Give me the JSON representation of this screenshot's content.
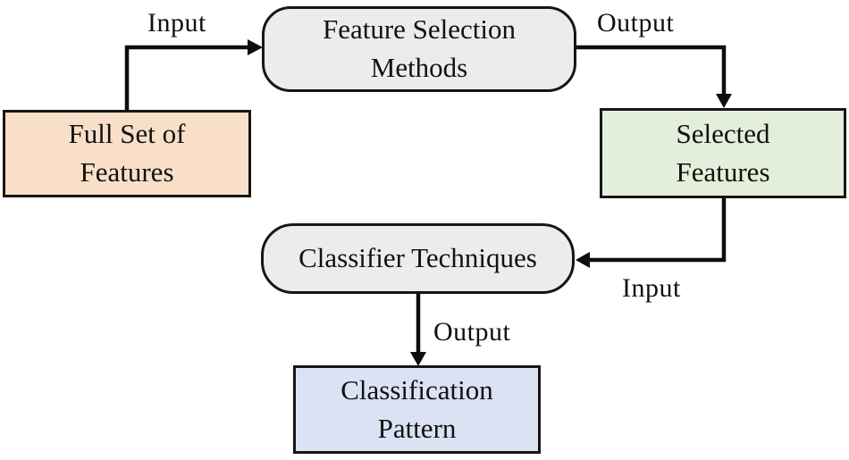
{
  "diagram": {
    "background": "#ffffff",
    "arrow_color": "#0d0d0d",
    "border_color": "#161616",
    "nodes": {
      "full_set": {
        "label": "Full Set of\nFeatures",
        "fill": "#f9dfc8",
        "shape": "rectangle"
      },
      "feature_selection": {
        "label": "Feature Selection\nMethods",
        "fill": "#ececec",
        "shape": "rounded-rectangle"
      },
      "selected_features": {
        "label": "Selected\nFeatures",
        "fill": "#e3efda",
        "shape": "rectangle"
      },
      "classifier": {
        "label": "Classifier Techniques",
        "fill": "#ececec",
        "shape": "rounded-rectangle"
      },
      "classification_pattern": {
        "label": "Classification\nPattern",
        "fill": "#dbe2f3",
        "shape": "rectangle"
      }
    },
    "edge_labels": {
      "full_to_selection": "Input",
      "selection_to_selected": "Output",
      "selected_to_classifier": "Input",
      "classifier_to_pattern": "Output"
    }
  }
}
